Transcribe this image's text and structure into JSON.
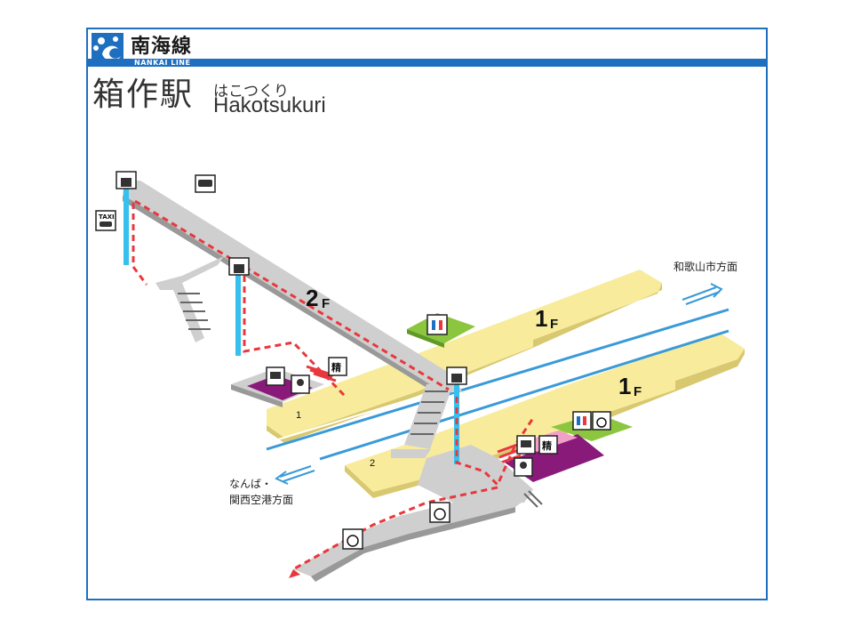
{
  "header": {
    "line_name_jp": "南海線",
    "line_name_en": "NANKAI LINE"
  },
  "station": {
    "name_jp": "箱作駅",
    "name_kana": "はこつくり",
    "name_en": "Hakotsukuri"
  },
  "floors": {
    "upper": {
      "num": "2",
      "suffix": "F"
    },
    "platform_a": {
      "num": "1",
      "suffix": "F"
    },
    "platform_b": {
      "num": "1",
      "suffix": "F"
    }
  },
  "platforms": {
    "one": "1",
    "two": "2"
  },
  "directions": {
    "wakayama": "和歌山市方面",
    "namba_line1": "なんば・",
    "namba_line2": "関西空港方面"
  },
  "icons": {
    "fare_adjust": "精",
    "taxi": "TAXI"
  },
  "colors": {
    "brand_blue": "#1f6fc0",
    "platform_yellow": "#f8ec9c",
    "concourse_gray": "#cfcfcf",
    "ticket_purple": "#8a1a7a",
    "toilet_green": "#8cc63f",
    "elevator_cyan": "#35c0ee",
    "route_red": "#e8383d"
  }
}
